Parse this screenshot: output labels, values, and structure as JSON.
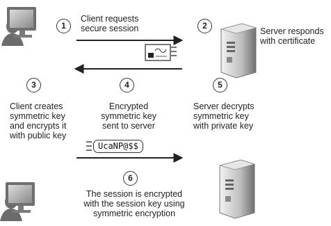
{
  "steps": [
    {
      "number": "1",
      "text": "Client requests\nsecure session"
    },
    {
      "number": "2",
      "text": "Server responds\nwith certificate"
    },
    {
      "number": "3",
      "text": "Client creates\nsymmetric key\nand encrypts it\nwith public key"
    },
    {
      "number": "4",
      "text": "Encrypted\nsymmetric key\nsent to server"
    },
    {
      "number": "5",
      "text": "Server decrypts\nsymmetric key\nwith private key"
    },
    {
      "number": "6",
      "text": "The session is encrypted\nwith the session key using\nsymmetric encryption"
    }
  ],
  "encrypted_key_label": "UcaNP@$$",
  "icons": [
    "client-computer-icon",
    "server-icon",
    "certificate-icon",
    "key-packet-icon"
  ]
}
